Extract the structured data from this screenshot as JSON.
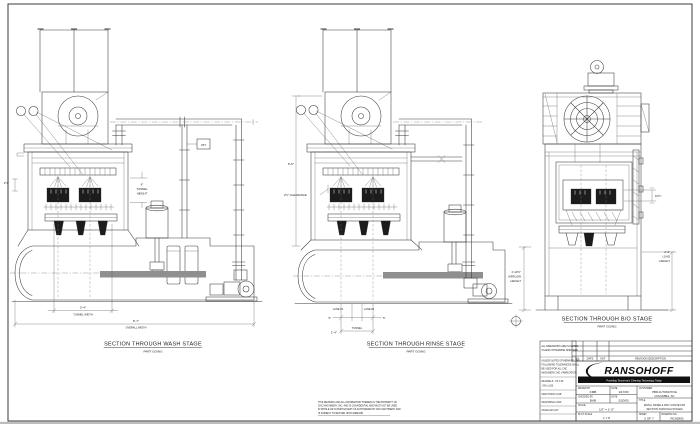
{
  "views": {
    "wash": {
      "caption": "SECTION THROUGH WASH STAGE",
      "subcaption": "PART GOING",
      "dim_left": "1½\"",
      "dim_tunnel_height": [
        "6\"",
        "TUNNEL",
        "HEIGHT"
      ],
      "dim_tunnel_width": "3'-4\"",
      "dim_tunnel_width_label": "TUNNEL WIDTH",
      "dim_overall_width": "8'-7\"",
      "dim_overall_width_label": "OVERALL WIDTH",
      "dh_tag": "DH"
    },
    "rinse": {
      "caption": "SECTION THROUGH RINSE STAGE",
      "subcaption": "PART GOING",
      "dim_height": "6'-6\"",
      "dim_clearance": "2½\" CLEARANCE",
      "lane1": "LANE #1",
      "lane2": "LANE #2",
      "dim_lane": "5\"",
      "dim_tunnel": "1'-4\"",
      "dim_tunnel_label": "TUNNEL"
    },
    "bo": {
      "caption": "SECTION THROUGH B/O STAGE",
      "subcaption": "PART GOING",
      "dim_gap": "10½\"",
      "dim_load": [
        "2'-6\"",
        "LOAD",
        "HEIGHT"
      ],
      "dim_airflow": [
        "2'-10½\"",
        "AIRFLOW",
        "HEIGHT"
      ]
    }
  },
  "revision_table": {
    "col_no": "NO.",
    "col_date": "DATE",
    "col_init": "INIT",
    "col_desc": "REVISION DESCRIPTION"
  },
  "notes": {
    "dims": [
      "ALL DIMENSIONS ARE IN INCHES",
      "UNLESS OTHERWISE SPECIFIED."
    ],
    "tol": [
      "UNLESS NOTED OTHERWISE, THE",
      "FOLLOWING TOLERANCES SHALL",
      "BE USED FOR ALL CNC",
      "MACHINERY, INC. FABRICATION."
    ],
    "decimals": [
      "DECIMALS: .XX ±.06",
      ".XXX ±.030"
    ],
    "fractions": "FRACTIONS ±1/16\"",
    "machining": "MACHINING ±1/64\"",
    "angular": "ANGULAR ±1/2°"
  },
  "proprietary": {
    "lines": [
      "THIS DRAWING AND ALL INFORMATION THEREIN IS THE PROPERTY OF",
      "CNC MACHINERY, INC. AND IS CONFIDENTIAL AND MUST NOT BE USED",
      "IN WHOLE OR IN PART EXCEPT AS AUTHORIZED BY CNC MACHINERY AND",
      "IS SUBJECT TO RETURN UPON DEMAND."
    ]
  },
  "title_block": {
    "brand": "RANSOHOFF",
    "tagline": "Providing Tomorrow's Cleaning Technology Today",
    "drawn_by_label": "DRAWN BY",
    "drawn_by": "KMB",
    "date_label": "DATE",
    "drawn_date": "1/17/03",
    "checked_by_label": "CHECKED BY",
    "checked_by": "BAB",
    "checked_date": "2/20/03",
    "scale_label": "SCALE",
    "scale": "1/2\" = 1'-0\"",
    "plot_scale_label": "PLOT SCALE",
    "plot_scale": "1 = 8",
    "customer_label": "CUSTOMER",
    "customer": [
      "PBR AUTOMOTIVE",
      "COLUMBIA, SC"
    ],
    "title_label": "TITLE",
    "title": [
      "WASH, RINSE & DRY CONVEYOR",
      "SECTION THROUGH STAGES"
    ],
    "sheet_label": "SHEET",
    "sheet": "2 OF 7",
    "dwg_label": "DRAWING NO.",
    "dwg_no": "RC03803"
  }
}
